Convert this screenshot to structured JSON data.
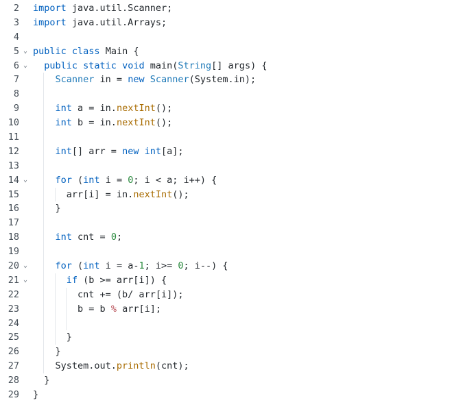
{
  "lines": [
    {
      "num": "2",
      "fold": false,
      "indent": 0,
      "tokens": [
        [
          "kw",
          "import"
        ],
        [
          "tx",
          " java.util.Scanner;"
        ]
      ]
    },
    {
      "num": "3",
      "fold": false,
      "indent": 0,
      "tokens": [
        [
          "kw",
          "import"
        ],
        [
          "tx",
          " java.util.Arrays;"
        ]
      ]
    },
    {
      "num": "4",
      "fold": false,
      "indent": 0,
      "tokens": []
    },
    {
      "num": "5",
      "fold": true,
      "indent": 0,
      "tokens": [
        [
          "kw",
          "public"
        ],
        [
          "tx",
          " "
        ],
        [
          "kw",
          "class"
        ],
        [
          "tx",
          " Main {"
        ]
      ]
    },
    {
      "num": "6",
      "fold": true,
      "indent": 1,
      "tokens": [
        [
          "kw",
          "public"
        ],
        [
          "tx",
          " "
        ],
        [
          "kw",
          "static"
        ],
        [
          "tx",
          " "
        ],
        [
          "kw",
          "void"
        ],
        [
          "tx",
          " main("
        ],
        [
          "ty",
          "String"
        ],
        [
          "tx",
          "[] args) {"
        ]
      ]
    },
    {
      "num": "7",
      "fold": false,
      "indent": 2,
      "tokens": [
        [
          "ty",
          "Scanner"
        ],
        [
          "tx",
          " in = "
        ],
        [
          "kw",
          "new"
        ],
        [
          "tx",
          " "
        ],
        [
          "ty",
          "Scanner"
        ],
        [
          "tx",
          "(System.in);"
        ]
      ]
    },
    {
      "num": "8",
      "fold": false,
      "indent": 2,
      "tokens": []
    },
    {
      "num": "9",
      "fold": false,
      "indent": 2,
      "tokens": [
        [
          "kw",
          "int"
        ],
        [
          "tx",
          " a = in."
        ],
        [
          "fn",
          "nextInt"
        ],
        [
          "tx",
          "();"
        ]
      ]
    },
    {
      "num": "10",
      "fold": false,
      "indent": 2,
      "tokens": [
        [
          "kw",
          "int"
        ],
        [
          "tx",
          " b = in."
        ],
        [
          "fn",
          "nextInt"
        ],
        [
          "tx",
          "();"
        ]
      ]
    },
    {
      "num": "11",
      "fold": false,
      "indent": 2,
      "tokens": []
    },
    {
      "num": "12",
      "fold": false,
      "indent": 2,
      "tokens": [
        [
          "kw",
          "int"
        ],
        [
          "tx",
          "[] arr = "
        ],
        [
          "kw",
          "new"
        ],
        [
          "tx",
          " "
        ],
        [
          "kw",
          "int"
        ],
        [
          "tx",
          "[a];"
        ]
      ]
    },
    {
      "num": "13",
      "fold": false,
      "indent": 2,
      "tokens": []
    },
    {
      "num": "14",
      "fold": true,
      "indent": 2,
      "tokens": [
        [
          "kw",
          "for"
        ],
        [
          "tx",
          " ("
        ],
        [
          "kw",
          "int"
        ],
        [
          "tx",
          " i = "
        ],
        [
          "num",
          "0"
        ],
        [
          "tx",
          "; i < a; i++) {"
        ]
      ]
    },
    {
      "num": "15",
      "fold": false,
      "indent": 3,
      "tokens": [
        [
          "tx",
          "arr[i] = in."
        ],
        [
          "fn",
          "nextInt"
        ],
        [
          "tx",
          "();"
        ]
      ]
    },
    {
      "num": "16",
      "fold": false,
      "indent": 2,
      "tokens": [
        [
          "tx",
          "}"
        ]
      ]
    },
    {
      "num": "17",
      "fold": false,
      "indent": 2,
      "tokens": []
    },
    {
      "num": "18",
      "fold": false,
      "indent": 2,
      "tokens": [
        [
          "kw",
          "int"
        ],
        [
          "tx",
          " cnt = "
        ],
        [
          "num",
          "0"
        ],
        [
          "tx",
          ";"
        ]
      ]
    },
    {
      "num": "19",
      "fold": false,
      "indent": 2,
      "tokens": []
    },
    {
      "num": "20",
      "fold": true,
      "indent": 2,
      "tokens": [
        [
          "kw",
          "for"
        ],
        [
          "tx",
          " ("
        ],
        [
          "kw",
          "int"
        ],
        [
          "tx",
          " i = a-"
        ],
        [
          "num",
          "1"
        ],
        [
          "tx",
          "; i>= "
        ],
        [
          "num",
          "0"
        ],
        [
          "tx",
          "; i--) {"
        ]
      ]
    },
    {
      "num": "21",
      "fold": true,
      "indent": 3,
      "tokens": [
        [
          "kw",
          "if"
        ],
        [
          "tx",
          " (b >= arr[i]) {"
        ]
      ]
    },
    {
      "num": "22",
      "fold": false,
      "indent": 4,
      "tokens": [
        [
          "tx",
          "cnt += (b/ arr[i]);"
        ]
      ]
    },
    {
      "num": "23",
      "fold": false,
      "indent": 4,
      "tokens": [
        [
          "tx",
          "b = b "
        ],
        [
          "op",
          "%"
        ],
        [
          "tx",
          " arr[i];"
        ]
      ]
    },
    {
      "num": "24",
      "fold": false,
      "indent": 4,
      "tokens": []
    },
    {
      "num": "25",
      "fold": false,
      "indent": 3,
      "tokens": [
        [
          "tx",
          "}"
        ]
      ]
    },
    {
      "num": "26",
      "fold": false,
      "indent": 2,
      "tokens": [
        [
          "tx",
          "}"
        ]
      ]
    },
    {
      "num": "27",
      "fold": false,
      "indent": 2,
      "tokens": [
        [
          "tx",
          "System.out."
        ],
        [
          "fn",
          "println"
        ],
        [
          "tx",
          "(cnt);"
        ]
      ]
    },
    {
      "num": "28",
      "fold": false,
      "indent": 1,
      "tokens": [
        [
          "tx",
          "}"
        ]
      ]
    },
    {
      "num": "29",
      "fold": false,
      "indent": 0,
      "tokens": [
        [
          "tx",
          "}"
        ]
      ]
    }
  ],
  "fold_icon": "chevron-down-icon",
  "colors": {
    "keyword": "#0060bf",
    "type": "#1f7ab8",
    "function": "#a86b00",
    "number": "#2a8a3e",
    "operator": "#b5474f",
    "text": "#24292e",
    "line_number": "#444d56"
  }
}
